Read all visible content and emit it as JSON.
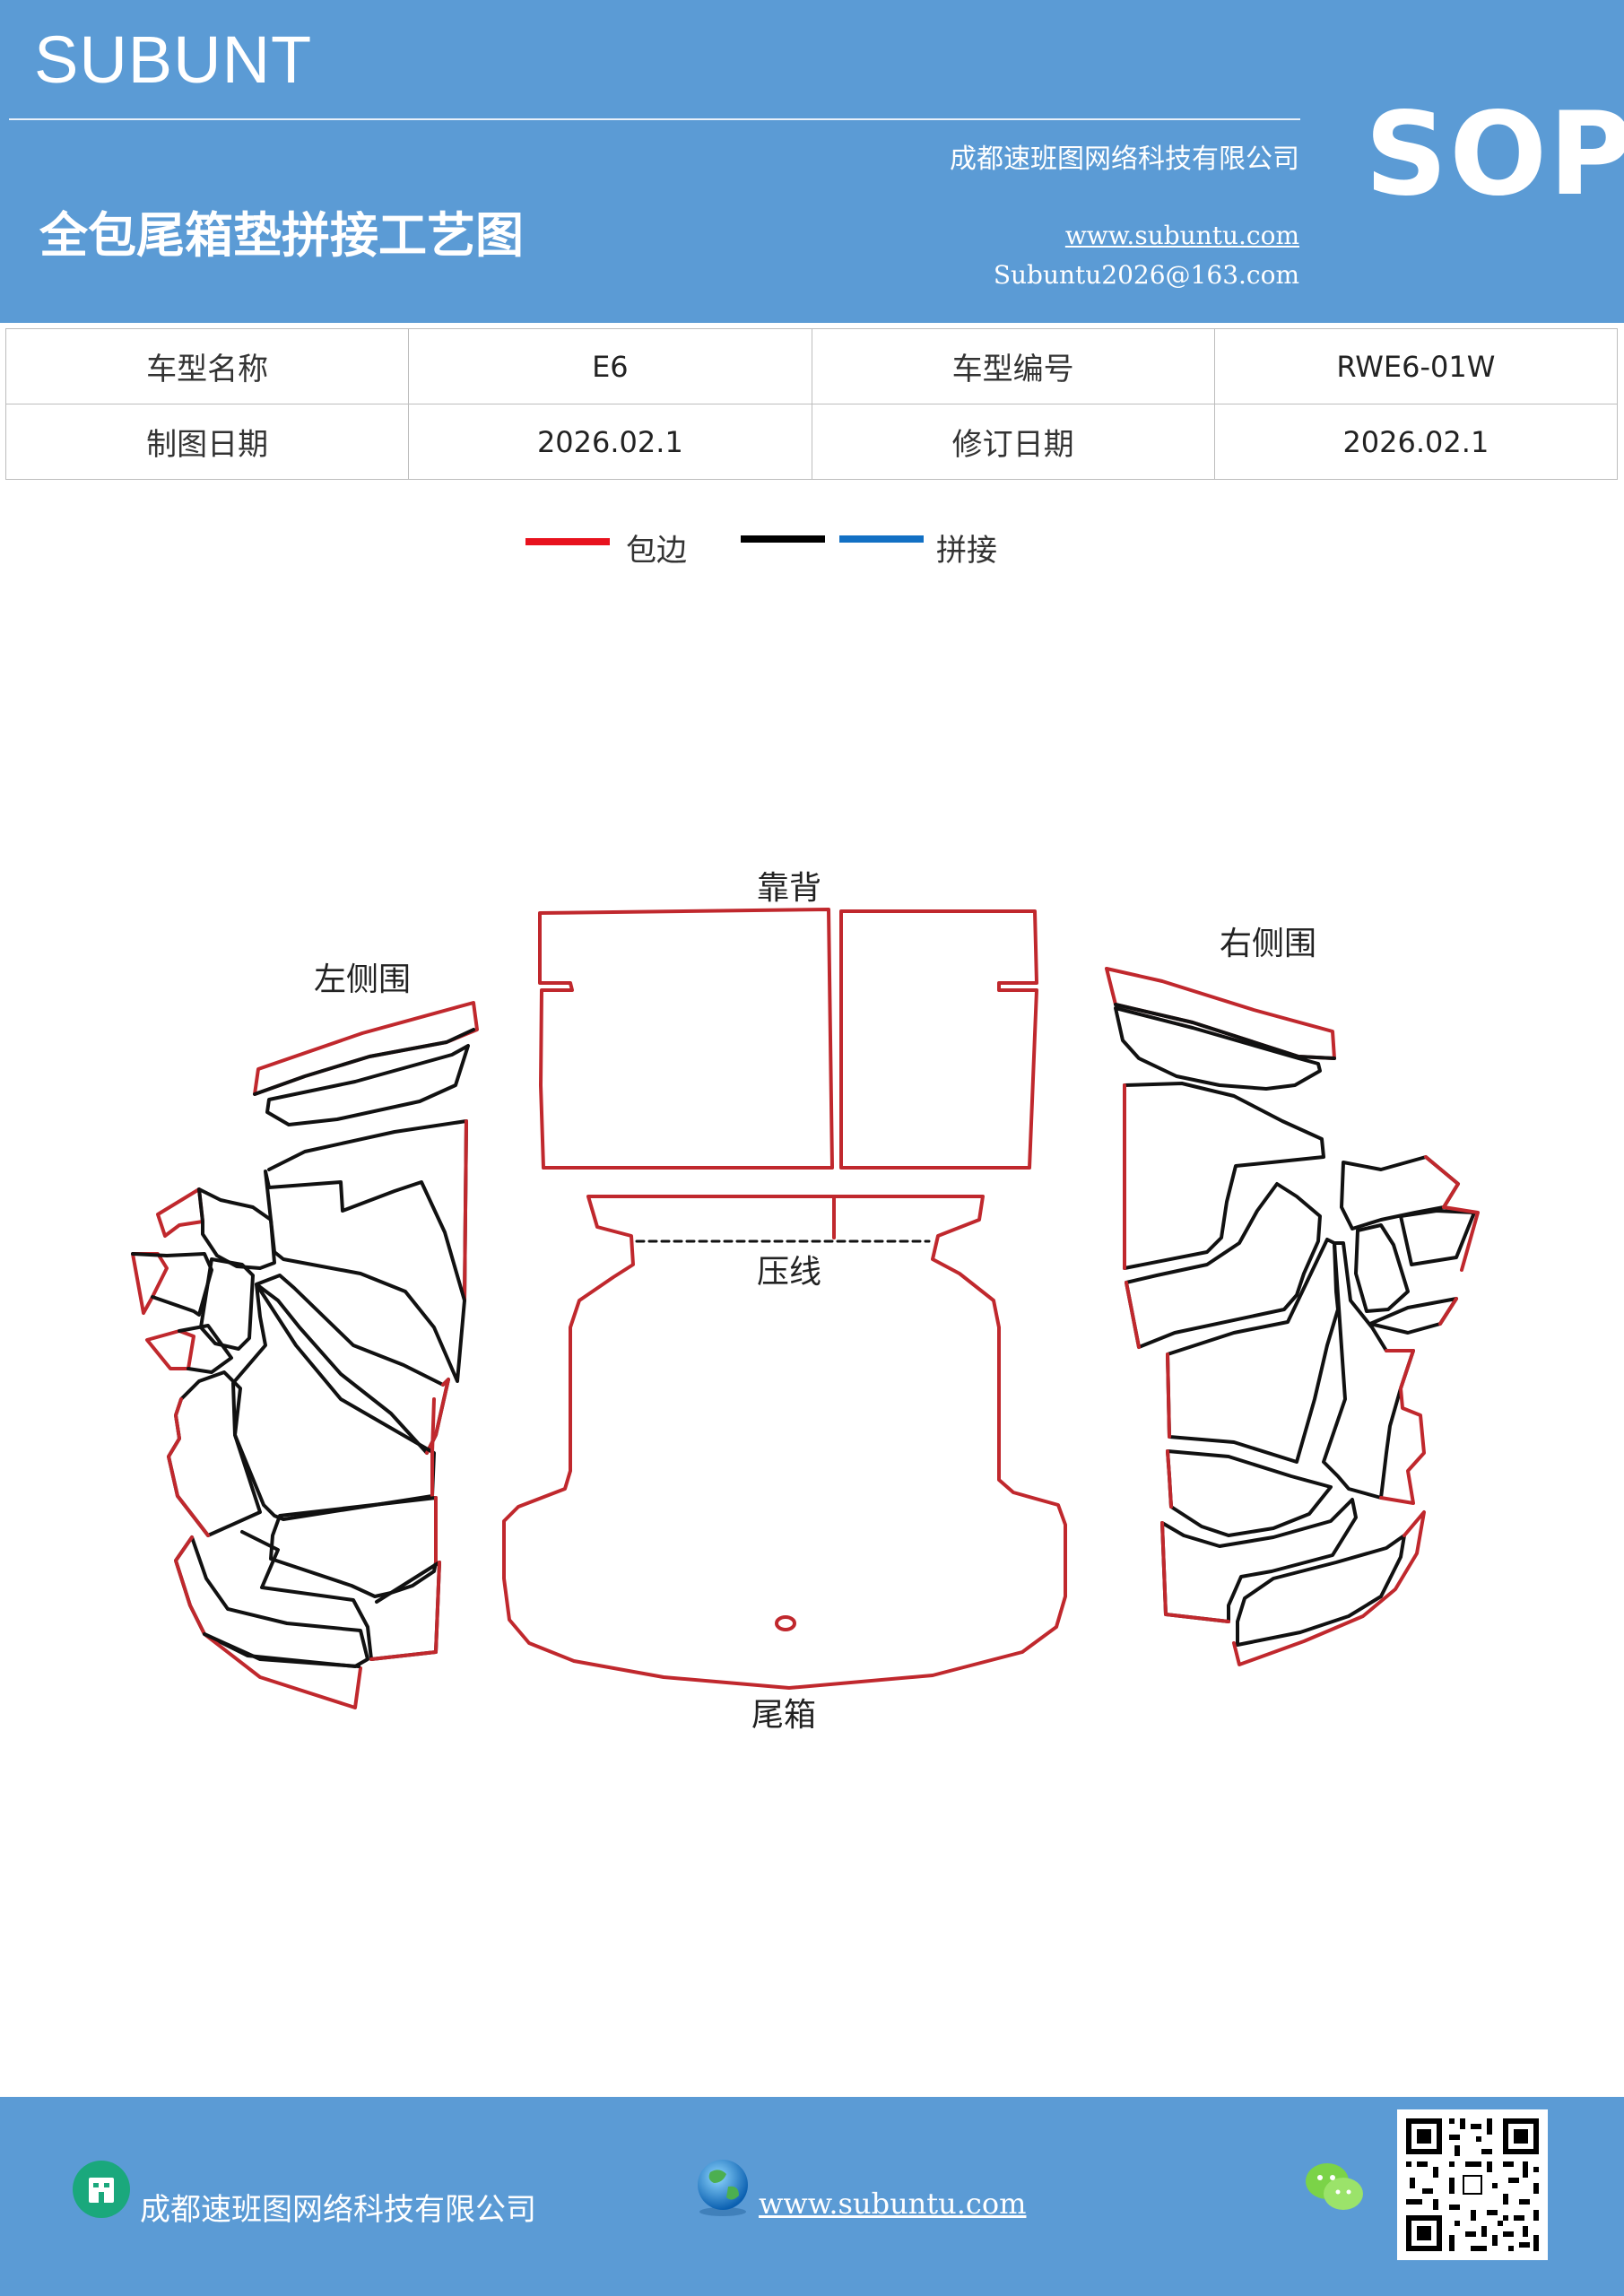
{
  "header": {
    "brand": "SUBUNT",
    "badge": "SOP",
    "company": "成都速班图网络科技有限公司",
    "title": "全包尾箱垫拼接工艺图",
    "website": "www.subuntu.com",
    "email": "Subuntu2026@163.com"
  },
  "info": {
    "rows": [
      {
        "label1": "车型名称",
        "value1": "E6",
        "label2": "车型编号",
        "value2": "RWE6-01W"
      },
      {
        "label1": "制图日期",
        "value1": "2026.02.1",
        "label2": "修订日期",
        "value2": "2026.02.1"
      }
    ]
  },
  "legend": {
    "edge_label": "包边",
    "splice_label": "拼接",
    "colors": {
      "edge": "#e8121e",
      "black": "#000000",
      "blue": "#1270c4"
    }
  },
  "diagram": {
    "backrest": "靠背",
    "left_side": "左侧围",
    "right_side": "右侧围",
    "press_line": "压线",
    "trunk": "尾箱",
    "colors": {
      "outline": "#c0282d",
      "splice": "#111111"
    }
  },
  "footer": {
    "company": "成都速班图网络科技有限公司",
    "website": "www.subuntu.com",
    "icons": [
      "building-icon",
      "globe-icon",
      "wechat-icon",
      "qr-code"
    ]
  }
}
